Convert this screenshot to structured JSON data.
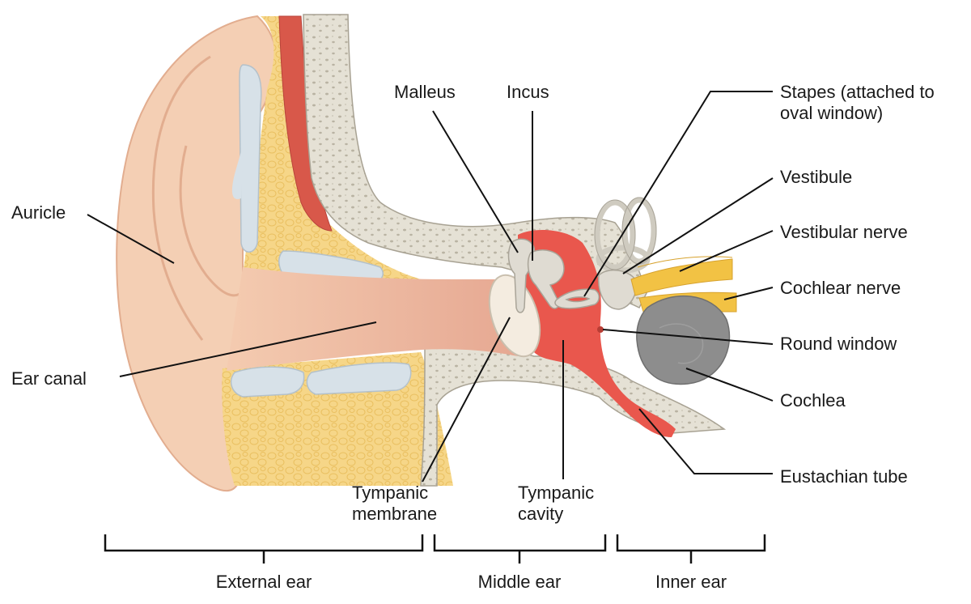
{
  "colors": {
    "skin": "#f4cfb4",
    "skin_dark": "#e7b394",
    "canal": "#eab59b",
    "fat": "#f6d688",
    "cartilage": "#d7e1e8",
    "bone": "#e5e1d5",
    "bone_dot": "#b9b3a3",
    "muscle": "#d8584a",
    "cavity": "#e9574d",
    "ossicle": "#dfdbd2",
    "nerve": "#f2c244",
    "cochlea": "#8d8d8d",
    "line": "#111111"
  },
  "labels": {
    "auricle": "Auricle",
    "ear_canal": "Ear canal",
    "malleus": "Malleus",
    "incus": "Incus",
    "stapes_line1": "Stapes (attached to",
    "stapes_line2": "oval window)",
    "vestibule": "Vestibule",
    "vestibular_nerve": "Vestibular nerve",
    "cochlear_nerve": "Cochlear nerve",
    "round_window": "Round window",
    "cochlea": "Cochlea",
    "eustachian_tube": "Eustachian tube",
    "tympanic_membrane_line1": "Tympanic",
    "tympanic_membrane_line2": "membrane",
    "tympanic_cavity_line1": "Tympanic",
    "tympanic_cavity_line2": "cavity"
  },
  "regions": {
    "external_ear": "External ear",
    "middle_ear": "Middle ear",
    "inner_ear": "Inner ear"
  }
}
